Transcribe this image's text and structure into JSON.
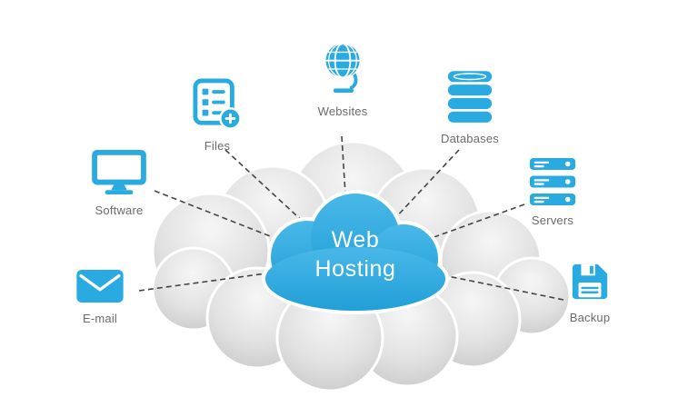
{
  "diagram": {
    "title": {
      "line1": "Web",
      "line2": "Hosting"
    },
    "nodes": [
      {
        "id": "software",
        "label": "Software",
        "icon": "monitor-icon"
      },
      {
        "id": "files",
        "label": "Files",
        "icon": "document-add-icon"
      },
      {
        "id": "websites",
        "label": "Websites",
        "icon": "globe-icon"
      },
      {
        "id": "databases",
        "label": "Databases",
        "icon": "database-icon"
      },
      {
        "id": "servers",
        "label": "Servers",
        "icon": "server-icon"
      },
      {
        "id": "backup",
        "label": "Backup",
        "icon": "floppy-disk-icon"
      },
      {
        "id": "email",
        "label": "E-mail",
        "icon": "envelope-icon"
      }
    ],
    "colors": {
      "accent": "#29ABE2",
      "cloud_gray": "#D6D6D6",
      "label_text": "#6B6B6B",
      "connector": "#444444",
      "title_text": "#FFFFFF"
    }
  }
}
